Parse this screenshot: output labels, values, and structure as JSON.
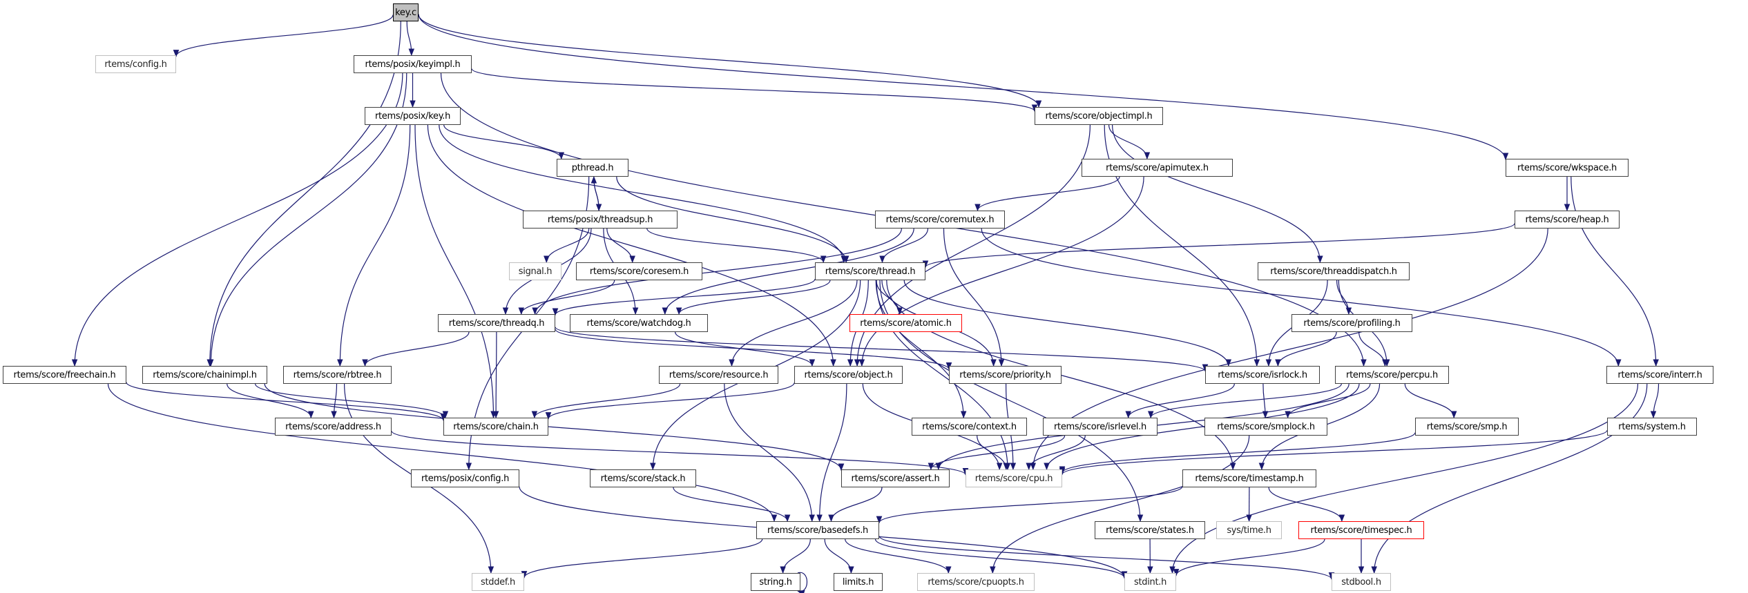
{
  "graph": {
    "title": "key.c include dependency graph",
    "edge_color": "#191970",
    "colors": {
      "root_fill": "#bfbfbf",
      "documented_border": "#404040",
      "external_border": "#bfbfbf",
      "missing_border": "#ff0000"
    },
    "nodes": [
      {
        "id": "key_c",
        "label": "key.c",
        "kind": "root"
      },
      {
        "id": "config_h",
        "label": "rtems/config.h",
        "kind": "external"
      },
      {
        "id": "keyimpl_h",
        "label": "rtems/posix/keyimpl.h",
        "kind": "documented"
      },
      {
        "id": "objectimpl_h",
        "label": "rtems/score/objectimpl.h",
        "kind": "documented"
      },
      {
        "id": "wkspace_h",
        "label": "rtems/score/wkspace.h",
        "kind": "documented"
      },
      {
        "id": "key_h",
        "label": "rtems/posix/key.h",
        "kind": "documented"
      },
      {
        "id": "pthread_h",
        "label": "pthread.h",
        "kind": "documented"
      },
      {
        "id": "apimutex_h",
        "label": "rtems/score/apimutex.h",
        "kind": "documented"
      },
      {
        "id": "threadsup_h",
        "label": "rtems/posix/threadsup.h",
        "kind": "documented"
      },
      {
        "id": "coremutex_h",
        "label": "rtems/score/coremutex.h",
        "kind": "documented"
      },
      {
        "id": "heap_h",
        "label": "rtems/score/heap.h",
        "kind": "documented"
      },
      {
        "id": "signal_h",
        "label": "signal.h",
        "kind": "external"
      },
      {
        "id": "coresem_h",
        "label": "rtems/score/coresem.h",
        "kind": "documented"
      },
      {
        "id": "thread_h",
        "label": "rtems/score/thread.h",
        "kind": "documented"
      },
      {
        "id": "threaddispatch_h",
        "label": "rtems/score/threaddispatch.h",
        "kind": "documented"
      },
      {
        "id": "threadq_h",
        "label": "rtems/score/threadq.h",
        "kind": "documented"
      },
      {
        "id": "watchdog_h",
        "label": "rtems/score/watchdog.h",
        "kind": "documented"
      },
      {
        "id": "atomic_h",
        "label": "rtems/score/atomic.h",
        "kind": "missing"
      },
      {
        "id": "profiling_h",
        "label": "rtems/score/profiling.h",
        "kind": "documented"
      },
      {
        "id": "freechain_h",
        "label": "rtems/score/freechain.h",
        "kind": "documented"
      },
      {
        "id": "chainimpl_h",
        "label": "rtems/score/chainimpl.h",
        "kind": "documented"
      },
      {
        "id": "rbtree_h",
        "label": "rtems/score/rbtree.h",
        "kind": "documented"
      },
      {
        "id": "resource_h",
        "label": "rtems/score/resource.h",
        "kind": "documented"
      },
      {
        "id": "object_h",
        "label": "rtems/score/object.h",
        "kind": "documented"
      },
      {
        "id": "priority_h",
        "label": "rtems/score/priority.h",
        "kind": "documented"
      },
      {
        "id": "isrlock_h",
        "label": "rtems/score/isrlock.h",
        "kind": "documented"
      },
      {
        "id": "percpu_h",
        "label": "rtems/score/percpu.h",
        "kind": "documented"
      },
      {
        "id": "interr_h",
        "label": "rtems/score/interr.h",
        "kind": "documented"
      },
      {
        "id": "address_h",
        "label": "rtems/score/address.h",
        "kind": "documented"
      },
      {
        "id": "chain_h",
        "label": "rtems/score/chain.h",
        "kind": "documented"
      },
      {
        "id": "context_h",
        "label": "rtems/score/context.h",
        "kind": "documented"
      },
      {
        "id": "isrlevel_h",
        "label": "rtems/score/isrlevel.h",
        "kind": "documented"
      },
      {
        "id": "smplock_h",
        "label": "rtems/score/smplock.h",
        "kind": "documented"
      },
      {
        "id": "smp_h",
        "label": "rtems/score/smp.h",
        "kind": "documented"
      },
      {
        "id": "system_h",
        "label": "rtems/system.h",
        "kind": "documented"
      },
      {
        "id": "posix_config_h",
        "label": "rtems/posix/config.h",
        "kind": "documented"
      },
      {
        "id": "stack_h",
        "label": "rtems/score/stack.h",
        "kind": "documented"
      },
      {
        "id": "assert_h",
        "label": "rtems/score/assert.h",
        "kind": "documented"
      },
      {
        "id": "cpu_h",
        "label": "rtems/score/cpu.h",
        "kind": "external"
      },
      {
        "id": "timestamp_h",
        "label": "rtems/score/timestamp.h",
        "kind": "documented"
      },
      {
        "id": "basedefs_h",
        "label": "rtems/score/basedefs.h",
        "kind": "documented"
      },
      {
        "id": "states_h",
        "label": "rtems/score/states.h",
        "kind": "documented"
      },
      {
        "id": "systime_h",
        "label": "sys/time.h",
        "kind": "external"
      },
      {
        "id": "timespec_h",
        "label": "rtems/score/timespec.h",
        "kind": "missing"
      },
      {
        "id": "stddef_h",
        "label": "stddef.h",
        "kind": "external"
      },
      {
        "id": "string_h",
        "label": "string.h",
        "kind": "documented"
      },
      {
        "id": "limits_h",
        "label": "limits.h",
        "kind": "documented"
      },
      {
        "id": "cpuopts_h",
        "label": "rtems/score/cpuopts.h",
        "kind": "external"
      },
      {
        "id": "stdint_h",
        "label": "stdint.h",
        "kind": "external"
      },
      {
        "id": "stdbool_h",
        "label": "stdbool.h",
        "kind": "external"
      }
    ],
    "edges": [
      [
        "key_c",
        "config_h"
      ],
      [
        "key_c",
        "keyimpl_h"
      ],
      [
        "key_c",
        "chainimpl_h"
      ],
      [
        "key_c",
        "objectimpl_h"
      ],
      [
        "key_c",
        "wkspace_h"
      ],
      [
        "keyimpl_h",
        "key_h"
      ],
      [
        "keyimpl_h",
        "freechain_h"
      ],
      [
        "keyimpl_h",
        "chainimpl_h"
      ],
      [
        "keyimpl_h",
        "objectimpl_h"
      ],
      [
        "keyimpl_h",
        "percpu_h"
      ],
      [
        "key_h",
        "pthread_h"
      ],
      [
        "key_h",
        "thread_h"
      ],
      [
        "key_h",
        "rbtree_h"
      ],
      [
        "key_h",
        "chain_h"
      ],
      [
        "key_h",
        "object_h"
      ],
      [
        "pthread_h",
        "threadsup_h"
      ],
      [
        "pthread_h",
        "thread_h"
      ],
      [
        "pthread_h",
        "posix_config_h"
      ],
      [
        "threadsup_h",
        "pthread_h"
      ],
      [
        "threadsup_h",
        "signal_h"
      ],
      [
        "threadsup_h",
        "coresem_h"
      ],
      [
        "threadsup_h",
        "thread_h"
      ],
      [
        "threadsup_h",
        "threadq_h"
      ],
      [
        "threadsup_h",
        "watchdog_h"
      ],
      [
        "objectimpl_h",
        "apimutex_h"
      ],
      [
        "objectimpl_h",
        "object_h"
      ],
      [
        "objectimpl_h",
        "isrlock_h"
      ],
      [
        "objectimpl_h",
        "threaddispatch_h"
      ],
      [
        "apimutex_h",
        "coremutex_h"
      ],
      [
        "apimutex_h",
        "object_h"
      ],
      [
        "coremutex_h",
        "thread_h"
      ],
      [
        "coremutex_h",
        "threadq_h"
      ],
      [
        "coremutex_h",
        "watchdog_h"
      ],
      [
        "coremutex_h",
        "priority_h"
      ],
      [
        "coremutex_h",
        "interr_h"
      ],
      [
        "coresem_h",
        "threadq_h"
      ],
      [
        "wkspace_h",
        "heap_h"
      ],
      [
        "wkspace_h",
        "interr_h"
      ],
      [
        "heap_h",
        "thread_h"
      ],
      [
        "heap_h",
        "cpu_h"
      ],
      [
        "thread_h",
        "threadq_h"
      ],
      [
        "thread_h",
        "watchdog_h"
      ],
      [
        "thread_h",
        "atomic_h"
      ],
      [
        "thread_h",
        "object_h"
      ],
      [
        "thread_h",
        "priority_h"
      ],
      [
        "thread_h",
        "resource_h"
      ],
      [
        "thread_h",
        "isrlock_h"
      ],
      [
        "thread_h",
        "context_h"
      ],
      [
        "thread_h",
        "stack_h"
      ],
      [
        "thread_h",
        "states_h"
      ],
      [
        "thread_h",
        "timestamp_h"
      ],
      [
        "thread_h",
        "cpu_h"
      ],
      [
        "threaddispatch_h",
        "profiling_h"
      ],
      [
        "threaddispatch_h",
        "isrlock_h"
      ],
      [
        "threaddispatch_h",
        "percpu_h"
      ],
      [
        "profiling_h",
        "isrlock_h"
      ],
      [
        "profiling_h",
        "percpu_h"
      ],
      [
        "threadq_h",
        "rbtree_h"
      ],
      [
        "threadq_h",
        "chain_h"
      ],
      [
        "threadq_h",
        "priority_h"
      ],
      [
        "threadq_h",
        "isrlock_h"
      ],
      [
        "watchdog_h",
        "object_h"
      ],
      [
        "freechain_h",
        "chain_h"
      ],
      [
        "freechain_h",
        "basedefs_h"
      ],
      [
        "chainimpl_h",
        "chain_h"
      ],
      [
        "chainimpl_h",
        "address_h"
      ],
      [
        "chainimpl_h",
        "assert_h"
      ],
      [
        "rbtree_h",
        "address_h"
      ],
      [
        "rbtree_h",
        "stddef_h"
      ],
      [
        "resource_h",
        "chain_h"
      ],
      [
        "resource_h",
        "basedefs_h"
      ],
      [
        "object_h",
        "chain_h"
      ],
      [
        "object_h",
        "basedefs_h"
      ],
      [
        "object_h",
        "cpu_h"
      ],
      [
        "priority_h",
        "cpu_h"
      ],
      [
        "isrlock_h",
        "isrlevel_h"
      ],
      [
        "isrlock_h",
        "smplock_h"
      ],
      [
        "percpu_h",
        "isrlevel_h"
      ],
      [
        "percpu_h",
        "smplock_h"
      ],
      [
        "percpu_h",
        "smp_h"
      ],
      [
        "percpu_h",
        "cpu_h"
      ],
      [
        "percpu_h",
        "assert_h"
      ],
      [
        "percpu_h",
        "timestamp_h"
      ],
      [
        "interr_h",
        "system_h"
      ],
      [
        "interr_h",
        "stdint_h"
      ],
      [
        "interr_h",
        "stdbool_h"
      ],
      [
        "address_h",
        "cpu_h"
      ],
      [
        "context_h",
        "cpu_h"
      ],
      [
        "isrlevel_h",
        "cpu_h"
      ],
      [
        "isrlevel_h",
        "assert_h"
      ],
      [
        "smplock_h",
        "cpuopts_h"
      ],
      [
        "smp_h",
        "cpu_h"
      ],
      [
        "system_h",
        "cpu_h"
      ],
      [
        "posix_config_h",
        "stdint_h"
      ],
      [
        "stack_h",
        "basedefs_h"
      ],
      [
        "assert_h",
        "basedefs_h"
      ],
      [
        "timestamp_h",
        "basedefs_h"
      ],
      [
        "timestamp_h",
        "systime_h"
      ],
      [
        "timestamp_h",
        "timespec_h"
      ],
      [
        "states_h",
        "stdint_h"
      ],
      [
        "timespec_h",
        "stdint_h"
      ],
      [
        "timespec_h",
        "stdbool_h"
      ],
      [
        "basedefs_h",
        "stddef_h"
      ],
      [
        "basedefs_h",
        "string_h"
      ],
      [
        "basedefs_h",
        "limits_h"
      ],
      [
        "basedefs_h",
        "cpuopts_h"
      ],
      [
        "basedefs_h",
        "stdint_h"
      ],
      [
        "basedefs_h",
        "stdbool_h"
      ],
      [
        "string_h",
        "string_h"
      ]
    ]
  }
}
